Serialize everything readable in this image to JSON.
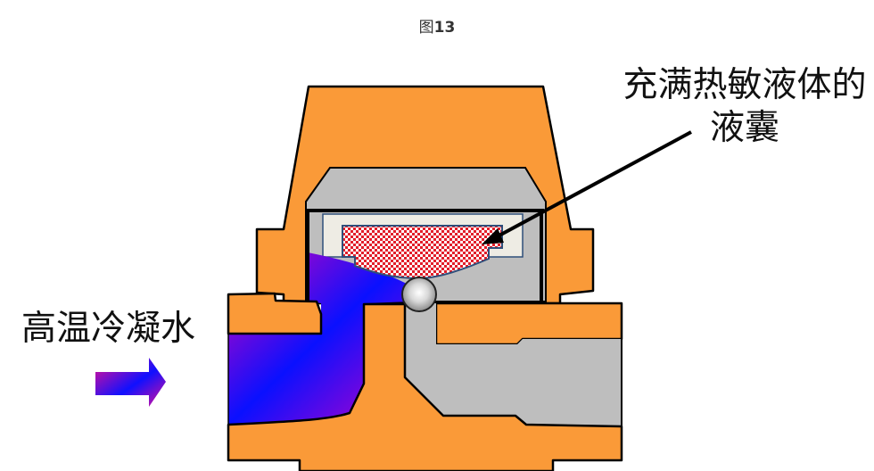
{
  "figure": {
    "title_prefix": "图",
    "title_number": "13"
  },
  "labels": {
    "bulb_line1": "充满热敏液体的",
    "bulb_line2": "液囊",
    "inlet": "高温冷凝水"
  },
  "colors": {
    "body": "#FA9A38",
    "outline": "#000000",
    "chamber_gray": "#BEBEBE",
    "capsule_frame": "#EEECE4",
    "bellows_red": "#E0202A",
    "fluid_magenta": "#C000C0",
    "fluid_blue": "#0010FF",
    "ball_gray": "#A8A8A8"
  }
}
